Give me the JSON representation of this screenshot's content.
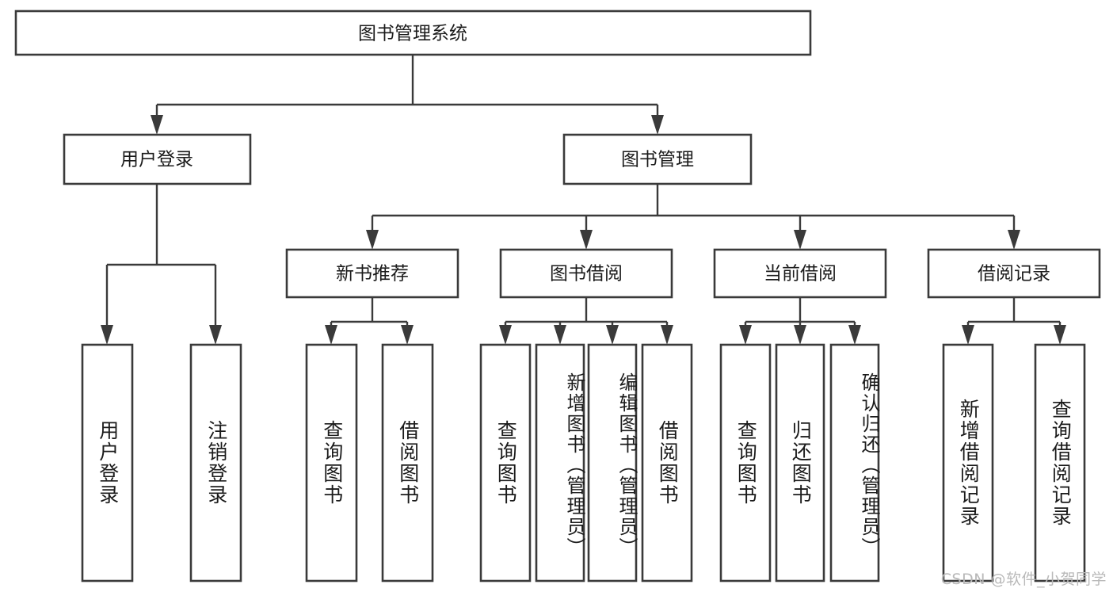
{
  "diagram": {
    "title": "图书管理系统",
    "type": "tree-hierarchy-chart",
    "orientation": "top-down",
    "colors": {
      "node_fill": "#ffffff",
      "node_stroke": "#3a3a3a",
      "link_stroke": "#3a3a3a",
      "label_color": "#1b1b1b",
      "watermark_color": "#b9b9b9",
      "background": "#ffffff"
    },
    "root": {
      "label": "图书管理系统"
    },
    "level2": [
      {
        "label": "用户登录"
      },
      {
        "label": "图书管理"
      }
    ],
    "level3": [
      {
        "label": "新书推荐"
      },
      {
        "label": "图书借阅"
      },
      {
        "label": "当前借阅"
      },
      {
        "label": "借阅记录"
      }
    ],
    "leaves": {
      "user_login": [
        {
          "label": "用户登录"
        },
        {
          "label": "注销登录"
        }
      ],
      "new_book_recommend": [
        {
          "label": "查询图书"
        },
        {
          "label": "借阅图书"
        }
      ],
      "book_borrow": [
        {
          "label": "查询图书"
        },
        {
          "label": "新增图书（管理员）"
        },
        {
          "label": "编辑图书（管理员）"
        },
        {
          "label": "借阅图书"
        }
      ],
      "current_borrow": [
        {
          "label": "查询图书"
        },
        {
          "label": "归还图书"
        },
        {
          "label": "确认归还（管理员）"
        }
      ],
      "borrow_record": [
        {
          "label": "新增借阅记录"
        },
        {
          "label": "查询借阅记录"
        }
      ]
    },
    "watermark": "CSDN @软件_小贺同学"
  }
}
